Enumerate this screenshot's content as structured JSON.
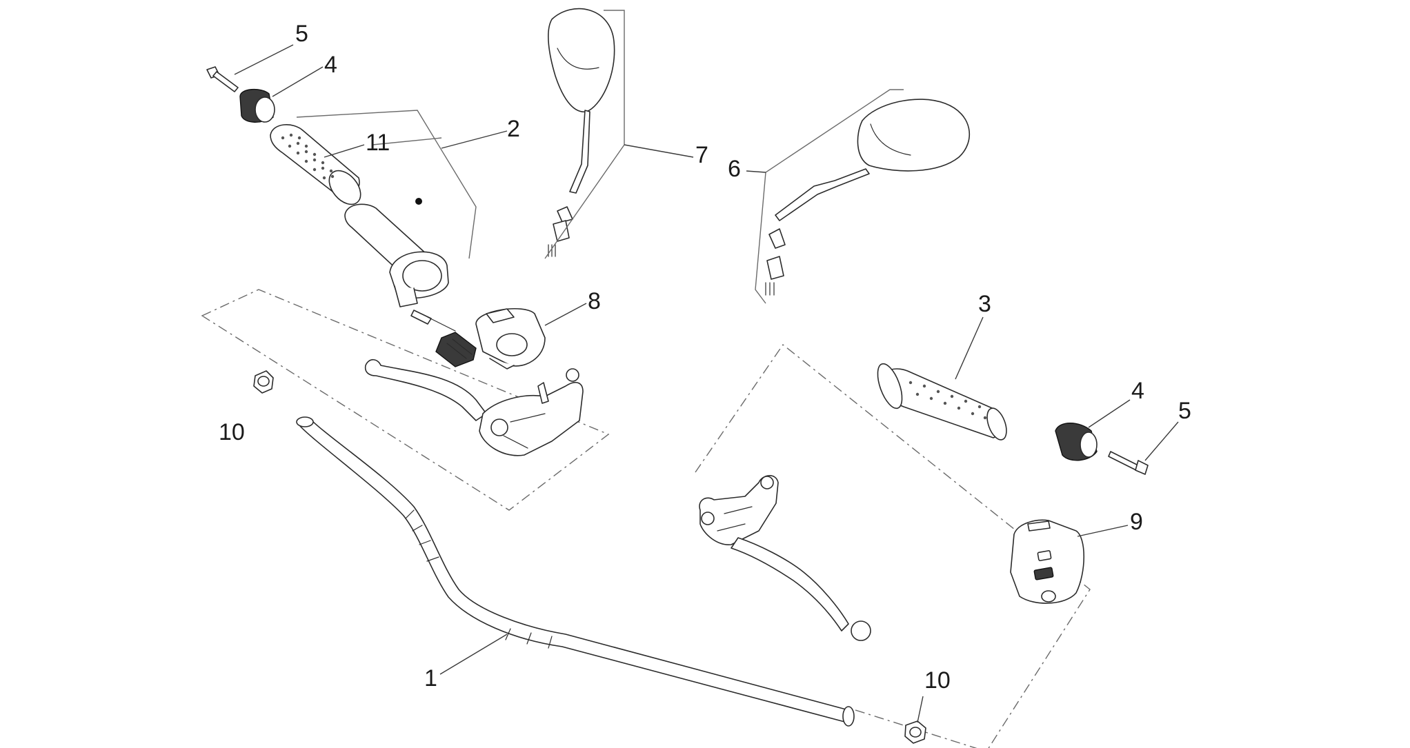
{
  "diagram": {
    "type": "exploded-parts-view",
    "colors": {
      "line": "#2b2b2b",
      "guide": "#6a6a6a",
      "background": "#ffffff"
    },
    "callouts": [
      {
        "id": "c5a",
        "label": "5"
      },
      {
        "id": "c4a",
        "label": "4"
      },
      {
        "id": "c11",
        "label": "11"
      },
      {
        "id": "c2",
        "label": "2"
      },
      {
        "id": "c7",
        "label": "7"
      },
      {
        "id": "c6",
        "label": "6"
      },
      {
        "id": "c8",
        "label": "8"
      },
      {
        "id": "c3",
        "label": "3"
      },
      {
        "id": "c4b",
        "label": "4"
      },
      {
        "id": "c5b",
        "label": "5"
      },
      {
        "id": "c10a",
        "label": "10"
      },
      {
        "id": "c9",
        "label": "9"
      },
      {
        "id": "c1",
        "label": "1"
      },
      {
        "id": "c10b",
        "label": "10"
      }
    ]
  }
}
